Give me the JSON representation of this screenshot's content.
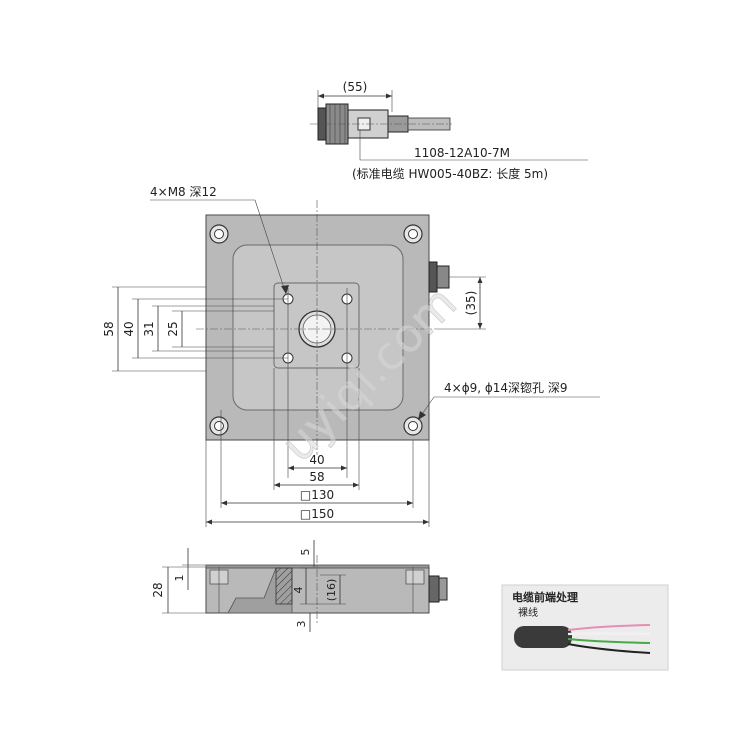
{
  "connector": {
    "dim_55": "(55)",
    "part_number": "1108-12A10-7M",
    "cable_note": "(标准电缆 HW005-40BZ: 长度 5m)"
  },
  "top_view": {
    "tapped_holes": "4×M8 深12",
    "counterbore_holes": "4×ϕ9, ϕ14深锪孔 深9",
    "dim_58_v": "58",
    "dim_40_v": "40",
    "dim_31_v": "31",
    "dim_25_v": "25",
    "dim_35_v": "(35)",
    "dim_40_h": "40",
    "dim_58_h": "58",
    "dim_130": "□130",
    "dim_150": "□150"
  },
  "side_view": {
    "dim_28": "28",
    "dim_1": "1",
    "dim_5": "5",
    "dim_4": "4",
    "dim_16": "(16)",
    "dim_3": "3"
  },
  "cable_inset": {
    "title": "电缆前端处理",
    "subtitle": "裸线"
  },
  "watermark": "uyiqi.com",
  "colors": {
    "body": "#b9b9b9",
    "line": "#333333",
    "wire_pink": "#e58fb5",
    "wire_green": "#4aa84a",
    "wire_white": "#f2f2f2",
    "wire_black": "#222222",
    "cable": "#3a3a3a"
  }
}
